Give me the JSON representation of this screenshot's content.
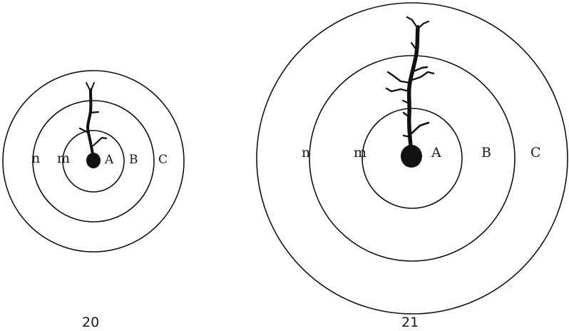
{
  "figures": [
    {
      "number": "20",
      "labels": {
        "n": "n",
        "m": "m",
        "A": "A",
        "B": "B",
        "C": "C"
      }
    },
    {
      "number": "21",
      "labels": {
        "n": "n",
        "m": "m",
        "A": "A",
        "B": "B",
        "C": "C"
      }
    }
  ]
}
